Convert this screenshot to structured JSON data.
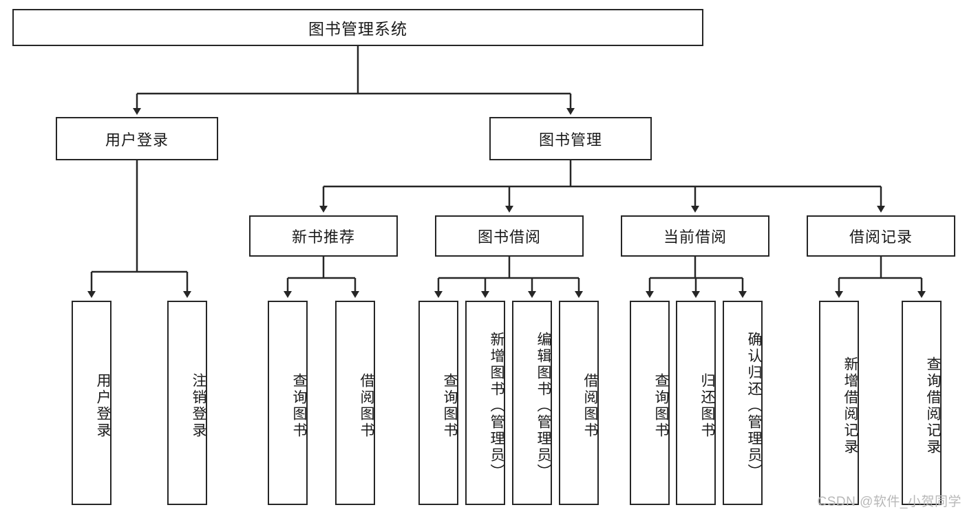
{
  "diagram": {
    "type": "tree",
    "title": "图书管理系统",
    "root": {
      "label": "图书管理系统"
    },
    "level2": [
      {
        "label": "用户登录"
      },
      {
        "label": "图书管理"
      }
    ],
    "level3": [
      {
        "label": "新书推荐"
      },
      {
        "label": "图书借阅"
      },
      {
        "label": "当前借阅"
      },
      {
        "label": "借阅记录"
      }
    ],
    "leaves": {
      "user_login": [
        {
          "label": "用户登录"
        },
        {
          "label": "注销登录"
        }
      ],
      "new_book_recommend": [
        {
          "label": "查询图书"
        },
        {
          "label": "借阅图书"
        }
      ],
      "book_borrow": [
        {
          "label": "查询图书"
        },
        {
          "label": "新增图书（管理员）"
        },
        {
          "label": "编辑图书（管理员）"
        },
        {
          "label": "借阅图书"
        }
      ],
      "current_borrow": [
        {
          "label": "查询图书"
        },
        {
          "label": "归还图书"
        },
        {
          "label": "确认归还（管理员）"
        }
      ],
      "borrow_records": [
        {
          "label": "新增借阅记录"
        },
        {
          "label": "查询借阅记录"
        }
      ]
    }
  },
  "watermark": {
    "text": "CSDN @软件_小贺同学"
  },
  "colors": {
    "stroke": "#262626",
    "fill": "#ffffff",
    "text": "#1a1a1a",
    "watermark": "#b8b8b8"
  }
}
